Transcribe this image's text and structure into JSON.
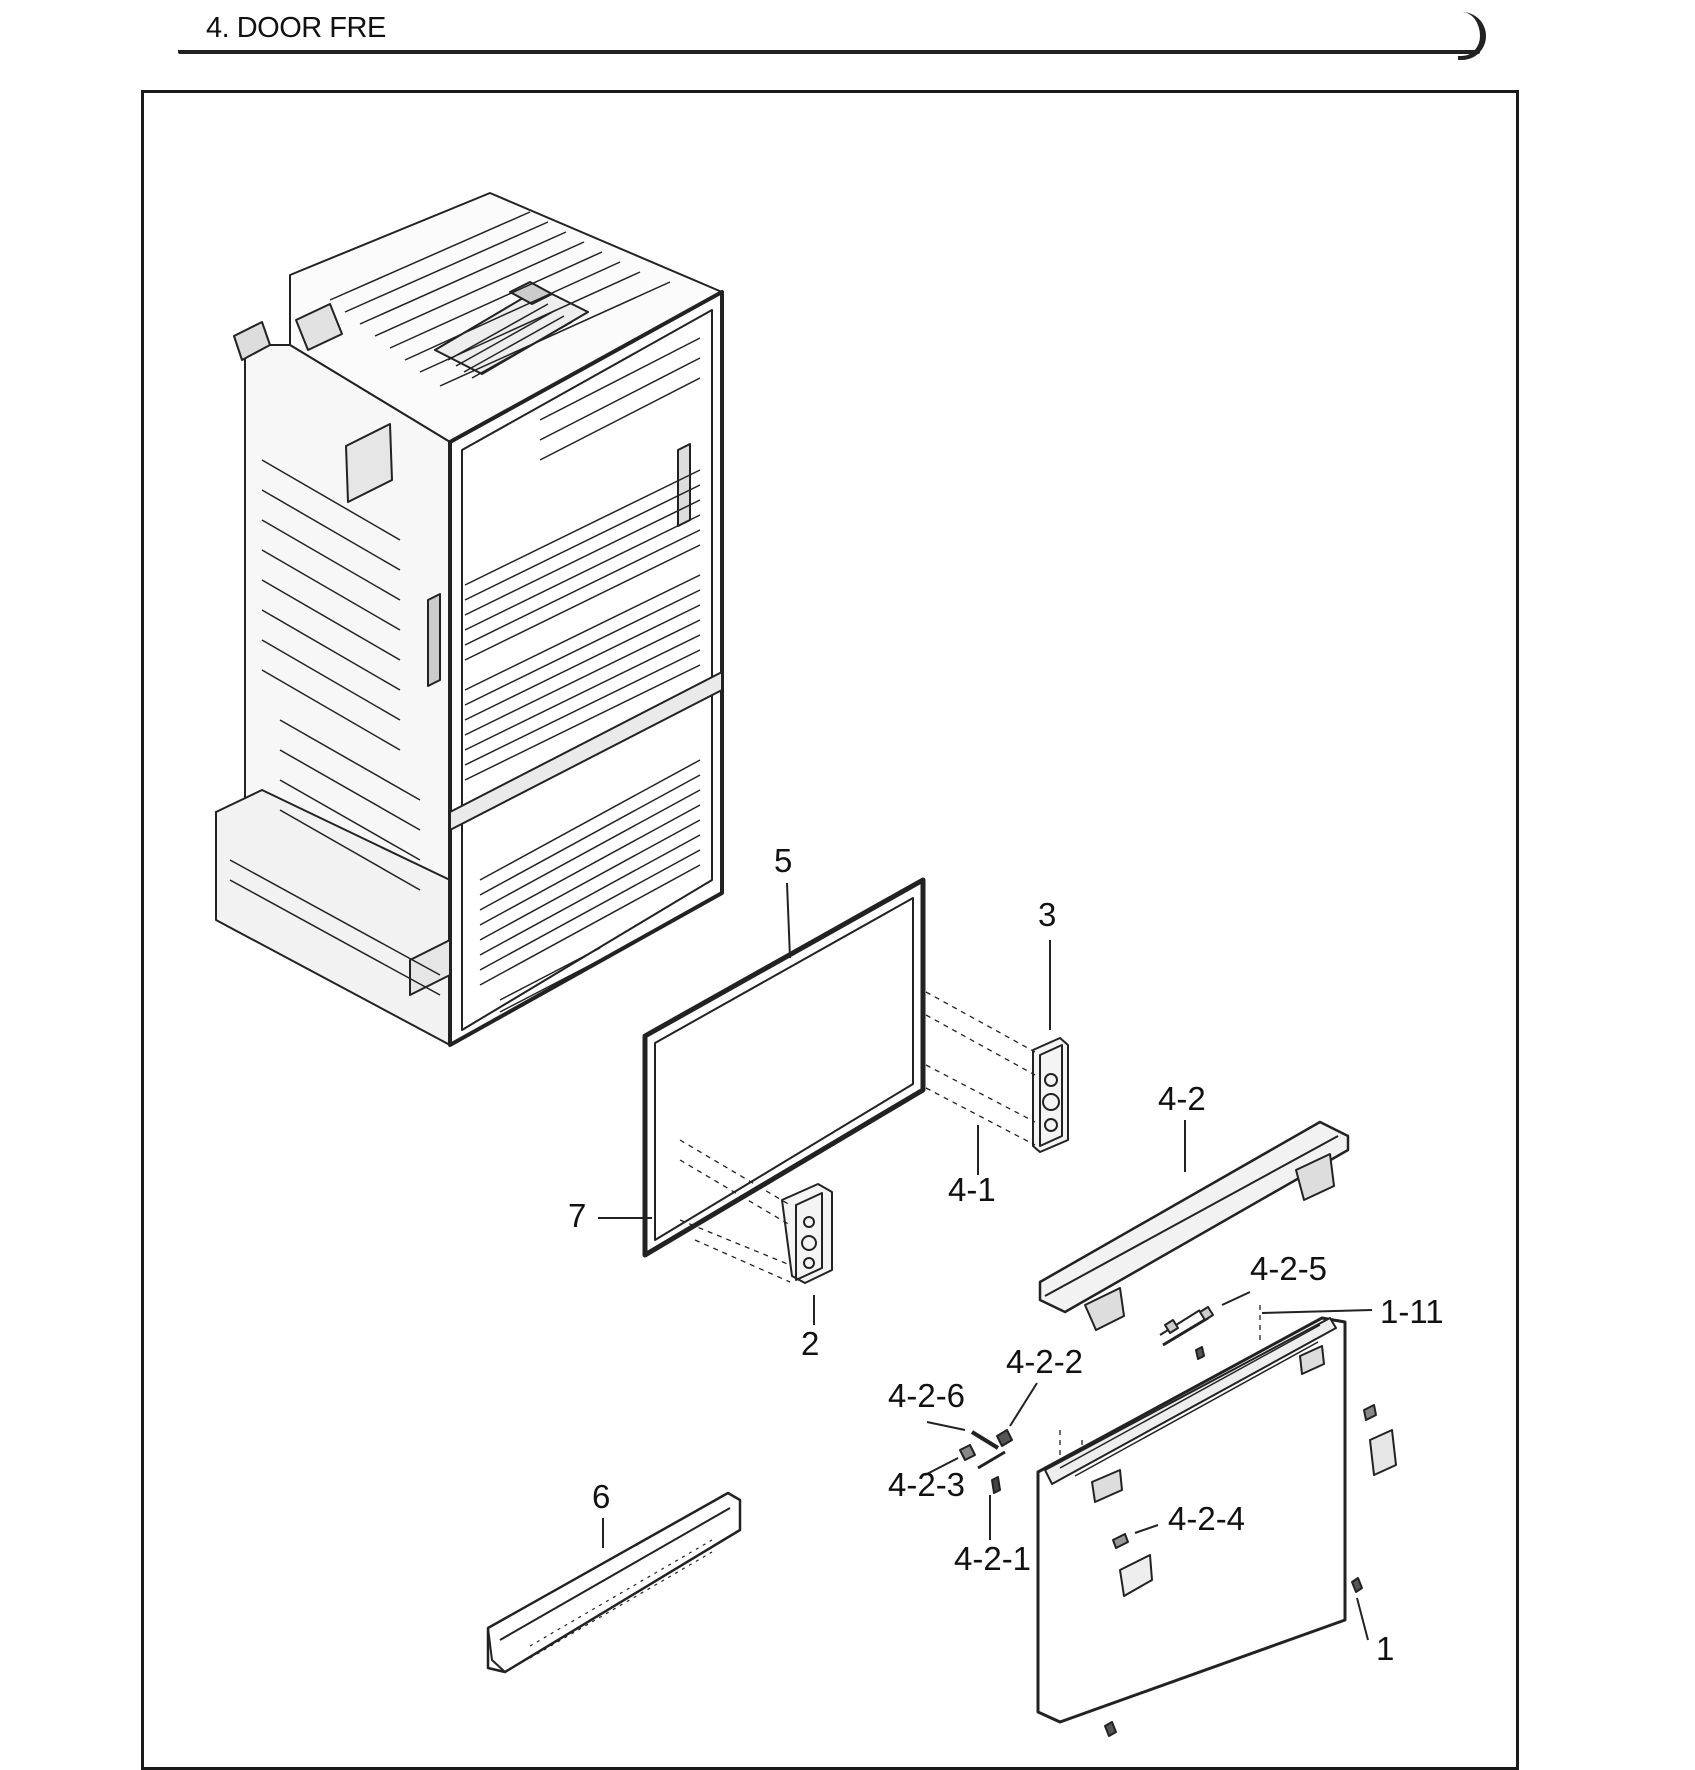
{
  "section": {
    "title": "4. DOOR FRE"
  },
  "callouts": {
    "gasket": "5",
    "hinge_right": "3",
    "hinge_left": "2",
    "bracket": "4-1",
    "gasket_corner": "7",
    "handle": "4-2",
    "handle_screw_set": "4-2-5",
    "door_screw_top": "1-11",
    "handle_clip": "4-2-2",
    "handle_spring": "4-2-6",
    "handle_holder": "4-2-3",
    "handle_pin": "4-2-1",
    "door_stopper": "4-2-4",
    "door": "1",
    "basket": "6"
  }
}
